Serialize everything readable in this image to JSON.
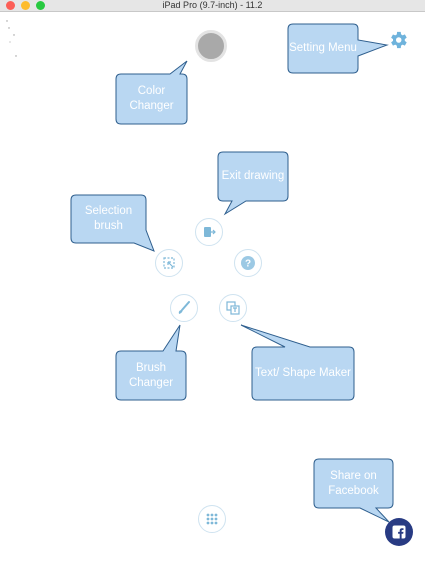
{
  "window": {
    "title": "iPad Pro (9.7-inch) - 11.2"
  },
  "colors": {
    "callout_fill": "#b9d7f2",
    "callout_stroke": "#2f5f8e",
    "facebook": "#283b83",
    "tool_icon": "#7eb8d8"
  },
  "callouts": {
    "color_changer": "Color Changer",
    "setting_menu": "Setting Menu",
    "exit_drawing": "Exit drawing",
    "selection_brush": "Selection brush",
    "brush_changer": "Brush Changer",
    "text_shape_maker": "Text/ Shape Maker",
    "share_facebook": "Share on Facebook"
  },
  "icons": {
    "settings": "gear-icon",
    "exit": "exit-icon",
    "selection": "selection-icon",
    "help": "help-icon",
    "brush": "brush-icon",
    "text_shape": "text-shape-icon",
    "menu": "grid-menu-icon",
    "share": "facebook-icon"
  }
}
